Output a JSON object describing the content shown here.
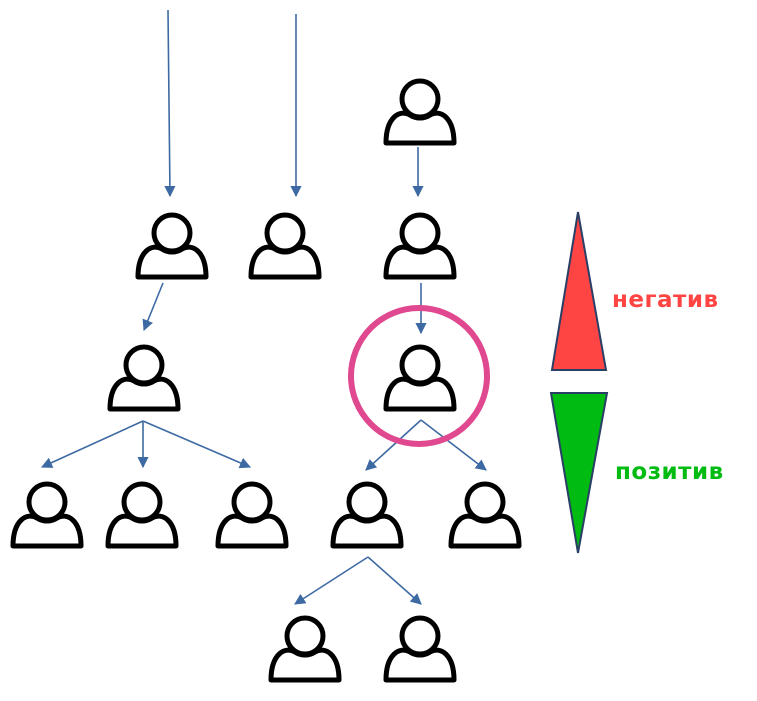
{
  "labels": {
    "negative": "негатив",
    "positive": "позитив"
  },
  "colors": {
    "negative": "#ff4444",
    "positive": "#00bb11",
    "arrow": "#3e6aa3",
    "highlight": "#e0488f",
    "person": "#000000"
  },
  "icons": {
    "person": "person-icon",
    "arrow": "arrow-down-icon",
    "scale_up": "triangle-up-icon",
    "scale_down": "triangle-down-icon"
  },
  "nodes": [
    {
      "id": "a0"
    },
    {
      "id": "a1"
    },
    {
      "id": "a2"
    },
    {
      "id": "b1"
    },
    {
      "id": "b2"
    },
    {
      "id": "b3"
    },
    {
      "id": "c"
    },
    {
      "id": "c1"
    },
    {
      "id": "c2"
    },
    {
      "id": "c3"
    },
    {
      "id": "d1"
    },
    {
      "id": "d2"
    },
    {
      "id": "e1"
    },
    {
      "id": "e2"
    }
  ],
  "edges": [
    {
      "from": "top-left",
      "to": "a0"
    },
    {
      "from": "top-mid",
      "to": "a1"
    },
    {
      "from": "a2",
      "to": "b3"
    },
    {
      "from": "b3",
      "to": "c"
    },
    {
      "from": "a0",
      "to": "b1"
    },
    {
      "from": "b1",
      "to": "c1"
    },
    {
      "from": "b1",
      "to": "c2"
    },
    {
      "from": "b1",
      "to": "c3"
    },
    {
      "from": "c",
      "to": "d1"
    },
    {
      "from": "c",
      "to": "d2"
    },
    {
      "from": "d1",
      "to": "e1"
    },
    {
      "from": "d1",
      "to": "e2"
    }
  ],
  "highlighted": "c"
}
